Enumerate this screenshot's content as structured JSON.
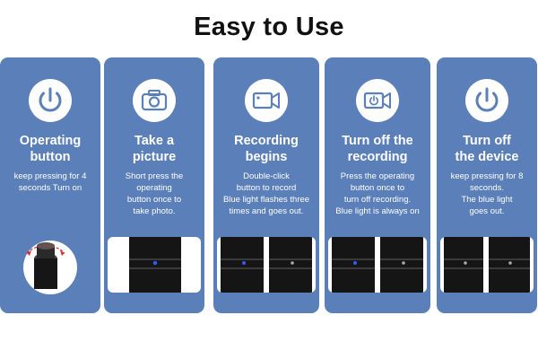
{
  "title": "Easy to Use",
  "steps": [
    {
      "icon": "power-icon",
      "title": [
        "Operating",
        "button"
      ],
      "desc": [
        "keep pressing for 4",
        "seconds Turn on"
      ]
    },
    {
      "icon": "camera-icon",
      "title": [
        "Take a",
        "picture"
      ],
      "desc": [
        "Short press the",
        "operating",
        "button once to",
        "take photo."
      ]
    },
    {
      "icon": "video-camera-icon",
      "title": [
        "Recording",
        "begins"
      ],
      "desc": [
        "Double-click",
        "button to record",
        "Blue light flashes three",
        "times and goes out."
      ]
    },
    {
      "icon": "video-camera-power-icon",
      "title": [
        "Turn off the",
        "recording"
      ],
      "desc": [
        "Press the operating",
        "button once to",
        "turn off recording.",
        "Blue light is always on"
      ]
    },
    {
      "icon": "power-icon",
      "title": [
        "Turn off",
        "the device"
      ],
      "desc": [
        "keep pressing for 8",
        "seconds.",
        "The blue light",
        "goes out."
      ]
    }
  ]
}
